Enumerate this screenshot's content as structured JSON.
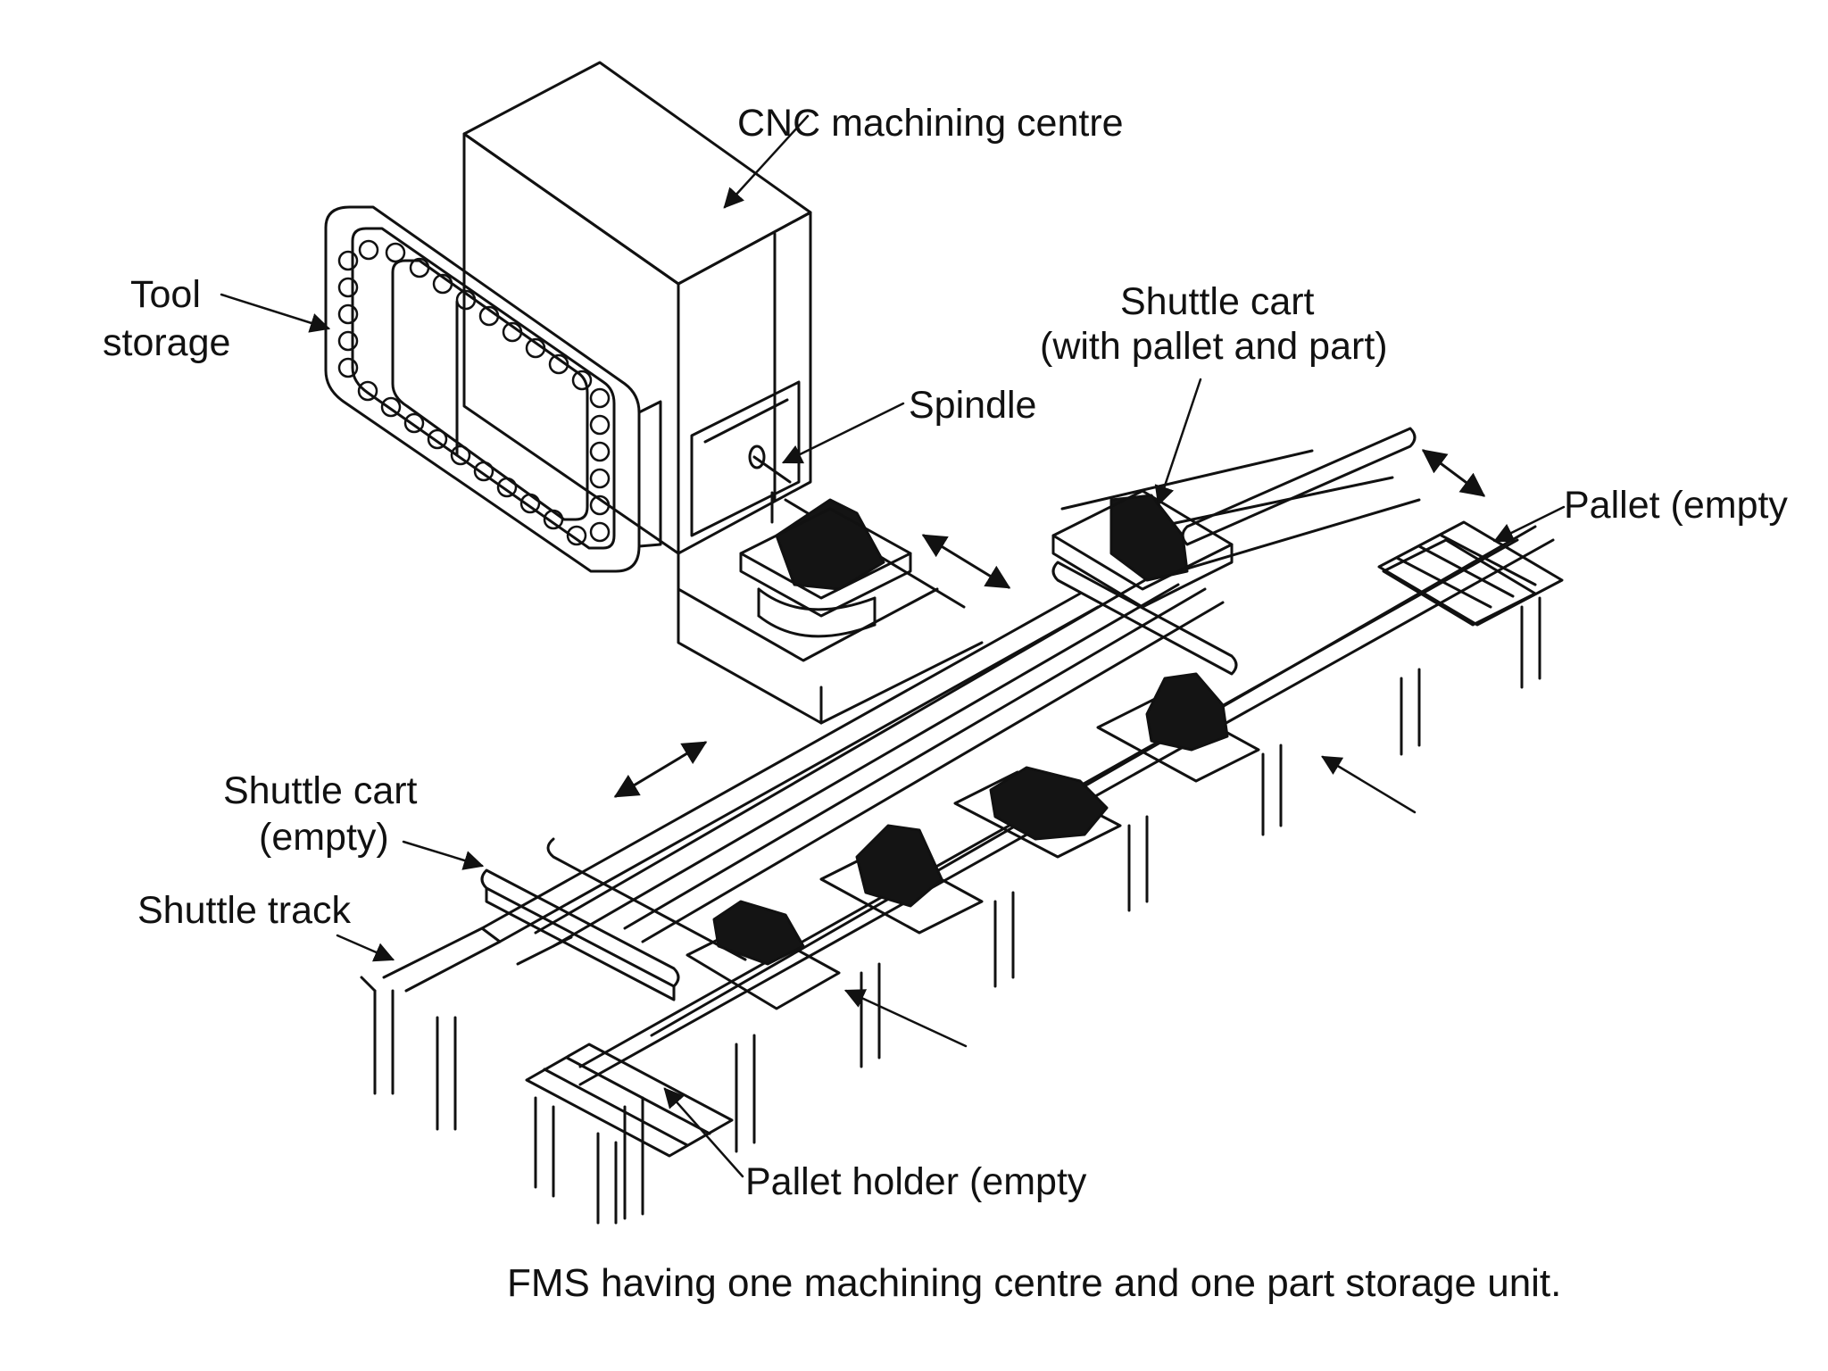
{
  "labels": {
    "cnc_machining_centre": "CNC machining centre",
    "tool_storage_line1": "Tool",
    "tool_storage_line2": "storage",
    "shuttle_cart_full_line1": "Shuttle cart",
    "shuttle_cart_full_line2": "(with pallet and part)",
    "spindle": "Spindle",
    "pallet_empty": "Pallet (empty",
    "shuttle_cart_empty_line1": "Shuttle cart",
    "shuttle_cart_empty_line2": "(empty)",
    "shuttle_track": "Shuttle track",
    "pallet_holder_empty": "Pallet holder (empty"
  },
  "caption": "FMS having one machining centre and one part storage unit.",
  "colors": {
    "ink": "#111111",
    "background": "#ffffff",
    "part_fill": "#141414"
  }
}
